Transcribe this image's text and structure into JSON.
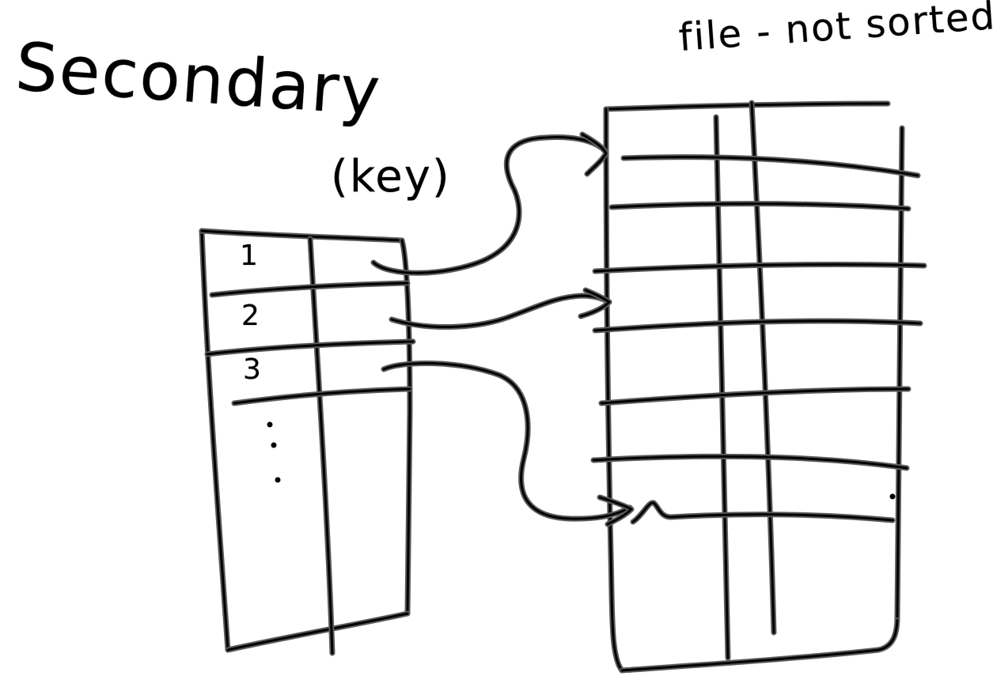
{
  "ink": {
    "stroke_outer": "#5a5a5a",
    "stroke_inner": "#000000",
    "background": "#ffffff"
  },
  "labels": {
    "title": "Secondary",
    "key": "(key)",
    "file": "file - not sorted"
  },
  "index_table": {
    "rows": [
      "1",
      "2",
      "3"
    ],
    "continuation": "⋮"
  }
}
